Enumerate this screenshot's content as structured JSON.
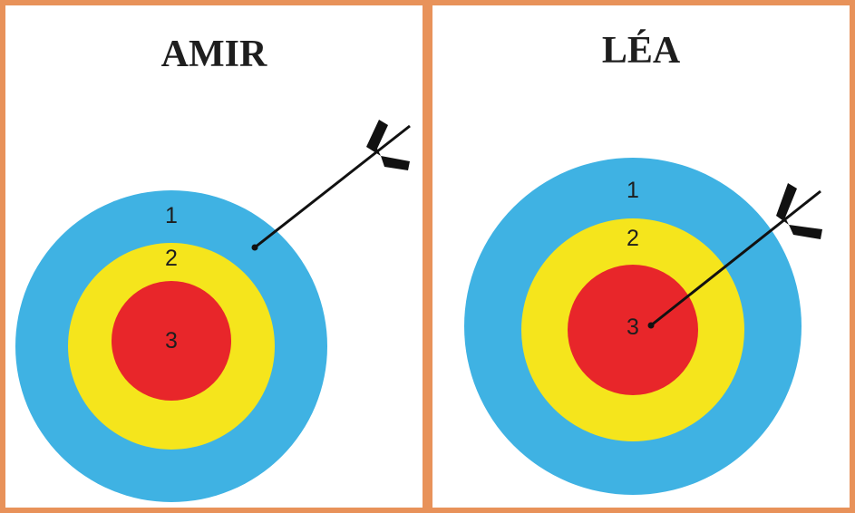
{
  "panels": [
    {
      "name": "AMIR",
      "rings": [
        {
          "label": "1",
          "color": "#3fb2e3"
        },
        {
          "label": "2",
          "color": "#f5e51c"
        },
        {
          "label": "3",
          "color": "#e8262a"
        }
      ],
      "arrow_hit_ring": "1"
    },
    {
      "name": "LÉA",
      "rings": [
        {
          "label": "1",
          "color": "#3fb2e3"
        },
        {
          "label": "2",
          "color": "#f5e51c"
        },
        {
          "label": "3",
          "color": "#e8262a"
        }
      ],
      "arrow_hit_ring": "3"
    }
  ],
  "colors": {
    "border": "#e8925a",
    "arrow": "#111111"
  }
}
